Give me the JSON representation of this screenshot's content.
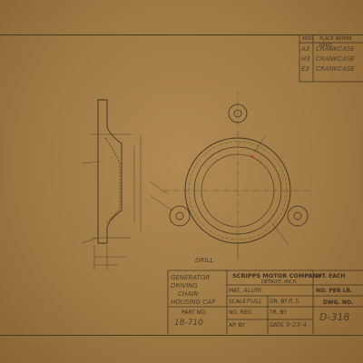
{
  "revision_block": {
    "header_mod": "MOD.",
    "header_place": "PLACE WHERE USED",
    "entries": [
      {
        "mod": "A3",
        "place": "CRANKCASE"
      },
      {
        "mod": "H3",
        "place": "CRANKCASE"
      },
      {
        "mod": "E3",
        "place": "CRANKCASE"
      }
    ]
  },
  "notes": {
    "drill": "DRILL"
  },
  "title_block": {
    "description": [
      "GENERATOR",
      "DRIVING",
      "CHAIN",
      "HOUSING CAP"
    ],
    "part_no_label": "PART NO.",
    "part_no_value": "18-710",
    "company": "SCRIPPS MOTOR COMPANY",
    "location": "DETROIT, MICH.",
    "mat_label": "MAT.",
    "mat_value": "ALUM",
    "scale_label": "SCALE",
    "scale_value": "FULL",
    "dr_by_label": "DR. BY",
    "dr_by_value": "R.S.",
    "no_reg_label": "NO. REG.",
    "tr_by_label": "TR. BY",
    "ap_by_label": "AP. BY",
    "date_label": "DATE",
    "date_value": "9-23-4",
    "wt_each_label": "WT. EACH",
    "no_per_lb_label": "NO. PER LB.",
    "dwg_no_label": "DWG. NO.",
    "dwg_no_value": "D-318"
  }
}
